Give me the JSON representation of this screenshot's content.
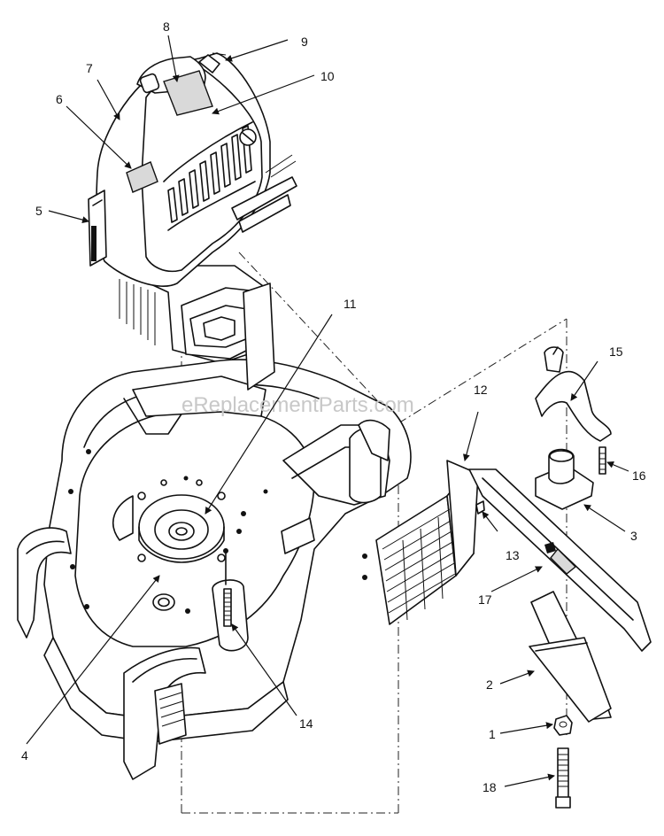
{
  "watermark": "eReplacementParts.com",
  "callouts": {
    "1": "1",
    "2": "2",
    "3": "3",
    "4": "4",
    "5": "5",
    "6": "6",
    "7": "7",
    "8": "8",
    "9": "9",
    "10": "10",
    "11": "11",
    "12": "12",
    "13": "13",
    "14": "14",
    "15": "15",
    "16": "16",
    "17": "17",
    "18": "18"
  }
}
